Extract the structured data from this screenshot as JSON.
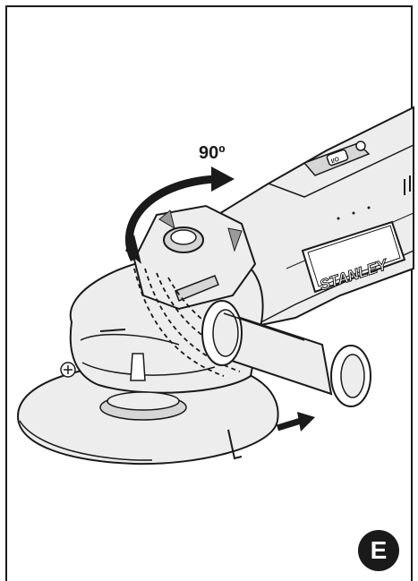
{
  "figure": {
    "angle_label": "90º",
    "brand_text": "STANLEY",
    "switch_label": "I/O",
    "figure_letter": "E"
  },
  "colors": {
    "line": "#1a1a1a",
    "fill_light": "#ededed",
    "fill_mid": "#d6d6d6",
    "fill_dark": "#9a9a9a",
    "badge": "#1a1a1a"
  },
  "icons": [
    "rotation-arrow-icon",
    "direction-arrow-icon"
  ]
}
